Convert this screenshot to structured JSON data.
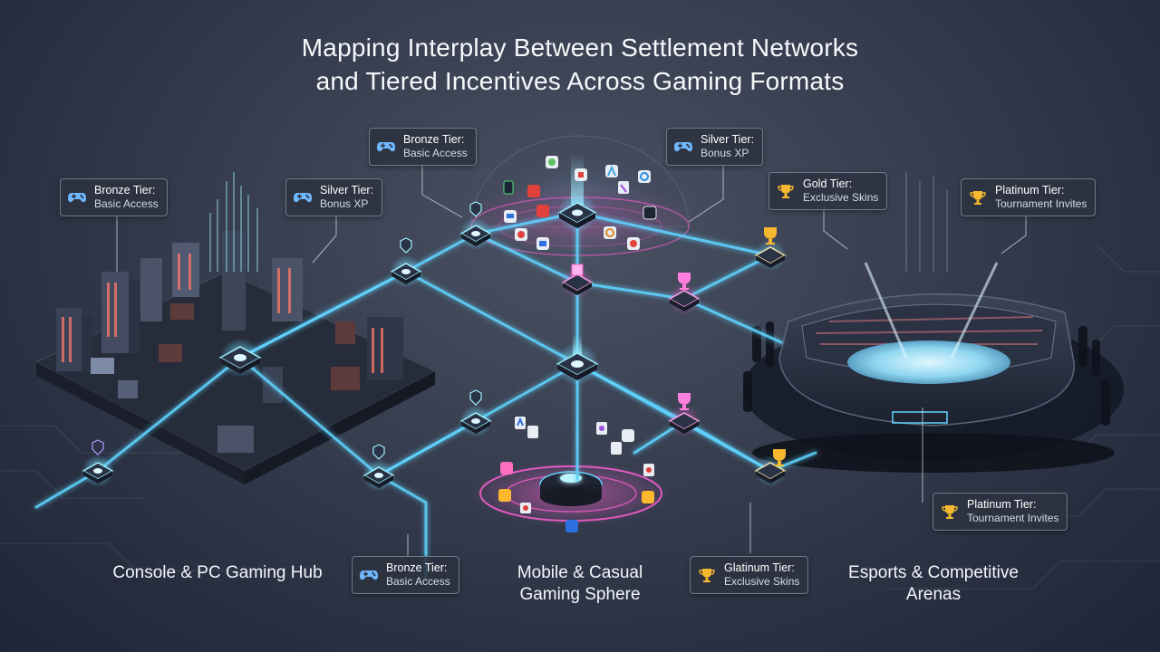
{
  "title": {
    "line1": "Mapping Interplay Between Settlement Networks",
    "line2": "and Tiered Incentives Across Gaming Formats"
  },
  "zones": {
    "console": "Console & PC Gaming Hub",
    "mobile": "Mobile & Casual Gaming Sphere",
    "esports": "Esports & Competitive Arenas"
  },
  "tags": [
    {
      "name": "Bronze Tier:",
      "detail": "Basic Access",
      "icon": "gamepad-icon"
    },
    {
      "name": "Silver Tier:",
      "detail": "Bonus XP",
      "icon": "gamepad-icon"
    },
    {
      "name": "Bronze Tier:",
      "detail": "Basic Access",
      "icon": "gamepad-icon"
    },
    {
      "name": "Silver Tier:",
      "detail": "Bonus XP",
      "icon": "gamepad-icon"
    },
    {
      "name": "Gold Tier:",
      "detail": "Exclusive Skins",
      "icon": "trophy-icon"
    },
    {
      "name": "Platinum Tier:",
      "detail": "Tournament Invites",
      "icon": "trophy-icon"
    },
    {
      "name": "Platinum Tier:",
      "detail": "Tournament Invites",
      "icon": "trophy-icon"
    },
    {
      "name": "Bronze Tier:",
      "detail": "Basic Access",
      "icon": "gamepad-icon"
    },
    {
      "name": "Glatinum Tier:",
      "detail": "Exclusive Skins",
      "icon": "trophy-icon"
    }
  ],
  "colors": {
    "network_line": "#5fd3ff",
    "node_glow": "#bdf4ff",
    "mobile_ring": "#ff5fd2",
    "trophy": "#f5b82e",
    "city_accent": "#ff7a6a"
  }
}
